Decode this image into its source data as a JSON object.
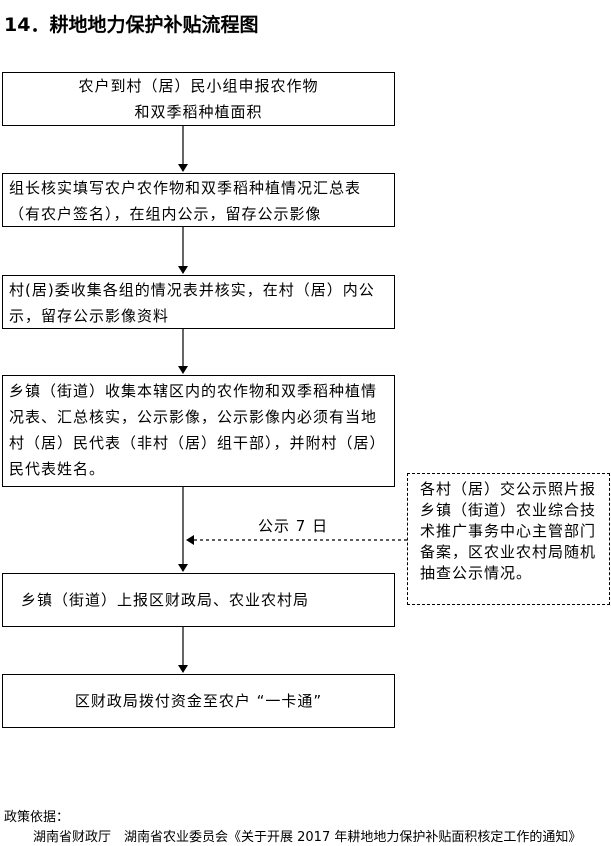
{
  "title": "14．耕地地力保护补贴流程图",
  "steps": [
    "农户到村（居）民小组申报农作物\n和双季稻种植面积",
    "组长核实填写农户农作物和双季稻种植情况汇总表（有农户签名），在组内公示，留存公示影像",
    "村(居)委收集各组的情况表并核实，在村（居）内公示，留存公示影像资料",
    "乡镇（街道）收集本辖区内的农作物和双季稻种植情况表、汇总核实，公示影像，公示影像内必须有当地村（居）民代表（非村（居）组干部），并附村（居）民代表姓名。",
    "乡镇（街道）上报区财政局、农业农村局",
    "区财政局拨付资金至农户 “一卡通”"
  ],
  "side_note": "各村（居）交公示照片报乡镇（街道）农业综合技术推广事务中心主管部门备案，区农业农村局随机抽查公示情况。",
  "arrow_label": "公示 7 日",
  "footer": {
    "policy_label": "政策依据：",
    "source": "湖南省财政厅　湖南省农业委员会《关于开展 2017 年耕地地力保护补贴面积核定工作的通知》"
  }
}
